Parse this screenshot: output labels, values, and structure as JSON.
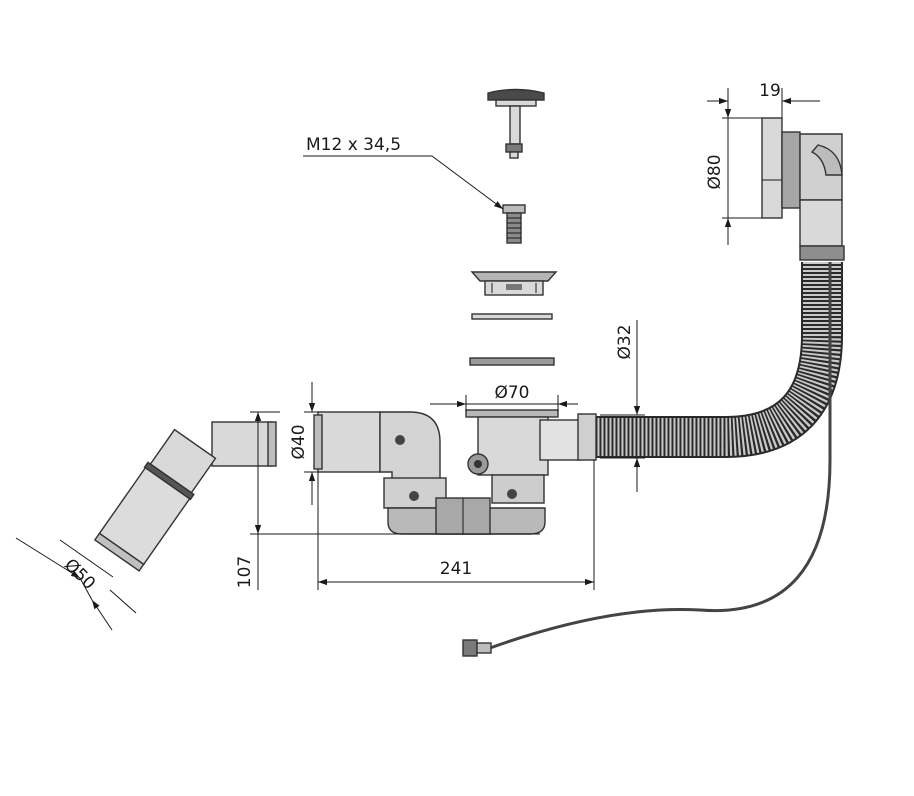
{
  "labels": {
    "thread": "M12 x 34,5",
    "overflow_width": "19",
    "overflow_diameter": "Ø80",
    "hose_diameter": "Ø32",
    "drain_diameter": "Ø70",
    "inlet_diameter": "Ø40",
    "outlet_diameter": "Ø50",
    "height": "107",
    "length": "241"
  },
  "colors": {
    "line": "#1a1a1a",
    "part_fill": "#d9d9d9",
    "part_dark": "#9a9a9a",
    "hose_fill": "#bdbdbd"
  }
}
